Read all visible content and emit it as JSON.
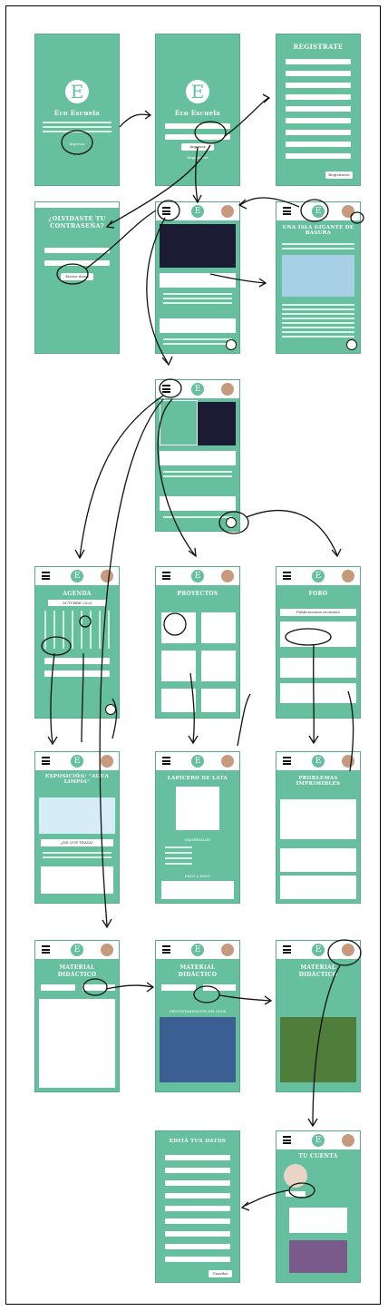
{
  "app_name": "Eco Escuela",
  "login": {
    "button": "Ingresar",
    "register_link": "Registrarse"
  },
  "register": {
    "title": "REGISTRATE",
    "button": "Registrarse"
  },
  "forgot": {
    "title_line1": "¿OLVIDASTE TU",
    "title_line2": "CONTRASEÑA?",
    "button": "Enviar datos"
  },
  "home": {
    "news_title": "UNA ISLA GIGANTE DE BASURA"
  },
  "agenda": {
    "title": "AGENDA",
    "month": "OCTUBRE 2023"
  },
  "proyectos": {
    "title": "PROYECTOS"
  },
  "foro": {
    "title": "FORO",
    "tab_new": "Publicaciones recientes"
  },
  "exposicion": {
    "title": "EXPOSICIÓN: \"AGUA LIMPIA\"",
    "section": "¿DE QUÉ TRATA?"
  },
  "lapicero": {
    "title": "LAPICERO DE LATA",
    "materials": "MATERIALES",
    "steps": "PASO A PASO"
  },
  "problemas": {
    "title": "PROBLEMAS IMPRIMIBLES"
  },
  "material": {
    "title_line1": "MATERIAL",
    "title_line2": "DIDÁCTICO",
    "video_title": "DESCONTAMINACIÓN DEL AGUA"
  },
  "editar": {
    "title": "EDITÁ TUS DATOS",
    "button": "Guardar"
  },
  "cuenta": {
    "title": "TU CUENTA"
  },
  "colors": {
    "primary": "#66bf9f",
    "frame": "#000000",
    "text": "#ffffff"
  }
}
